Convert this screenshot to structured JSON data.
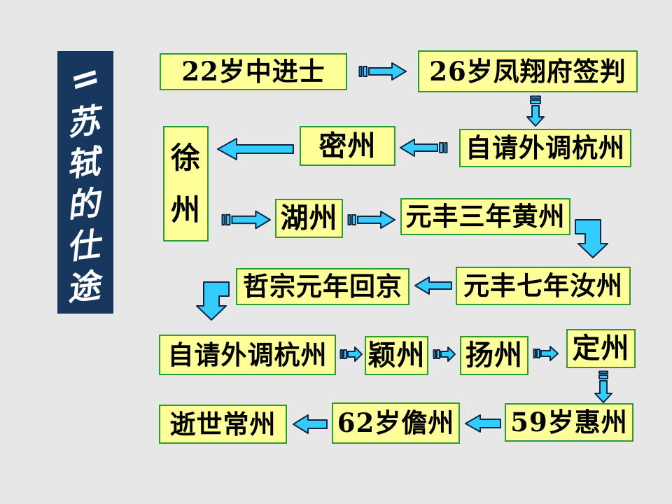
{
  "slide": {
    "background_color": "#E7E7E7",
    "type": "flowchart-slide"
  },
  "title_panel": {
    "mark": "=",
    "text": "苏轼的仕途",
    "chars": [
      "苏",
      "轼",
      "的",
      "仕",
      "途"
    ],
    "bg_color": "#17375E",
    "text_color": "#FFFFFF"
  },
  "flowchart": {
    "box_fill_color": "#FFFF99",
    "box_border_color": "#2E9B2E",
    "arrow_fill_color": "#33CCFF",
    "arrow_outline_color": "#0D2746",
    "nodes": [
      {
        "id": "n1",
        "label": "22岁中进士"
      },
      {
        "id": "n2",
        "label": "26岁凤翔府签判"
      },
      {
        "id": "n3",
        "label": "自请外调杭州"
      },
      {
        "id": "n4",
        "label": "密州"
      },
      {
        "id": "n5",
        "label": "徐州"
      },
      {
        "id": "n6",
        "label": "湖州"
      },
      {
        "id": "n7",
        "label": "元丰三年黄州"
      },
      {
        "id": "n8",
        "label": "哲宗元年回京"
      },
      {
        "id": "n9",
        "label": "元丰七年汝州"
      },
      {
        "id": "n10",
        "label": "自请外调杭州"
      },
      {
        "id": "n11",
        "label": "颖州"
      },
      {
        "id": "n12",
        "label": "扬州"
      },
      {
        "id": "n13",
        "label": "定州"
      },
      {
        "id": "n14",
        "label": "逝世常州"
      },
      {
        "id": "n15",
        "label": "62岁儋州"
      },
      {
        "id": "n16",
        "label": "59岁惠州"
      }
    ],
    "edges": [
      {
        "from": "22岁中进士",
        "to": "26岁凤翔府签判",
        "arrow": "striped-right"
      },
      {
        "from": "26岁凤翔府签判",
        "to": "自请外调杭州",
        "arrow": "striped-down"
      },
      {
        "from": "自请外调杭州",
        "to": "密州",
        "arrow": "striped-left"
      },
      {
        "from": "密州",
        "to": "徐州",
        "arrow": "plain-left"
      },
      {
        "from": "徐州",
        "to": "湖州",
        "arrow": "striped-right"
      },
      {
        "from": "湖州",
        "to": "元丰三年黄州",
        "arrow": "striped-right"
      },
      {
        "from": "元丰三年黄州",
        "to": "元丰七年汝州",
        "arrow": "bent-down-right"
      },
      {
        "from": "元丰七年汝州",
        "to": "哲宗元年回京",
        "arrow": "plain-left"
      },
      {
        "from": "哲宗元年回京",
        "to": "自请外调杭州",
        "arrow": "bent-down-left"
      },
      {
        "from": "自请外调杭州",
        "to": "颖州",
        "arrow": "striped-right"
      },
      {
        "from": "颖州",
        "to": "扬州",
        "arrow": "striped-right"
      },
      {
        "from": "扬州",
        "to": "定州",
        "arrow": "striped-right"
      },
      {
        "from": "定州",
        "to": "59岁惠州",
        "arrow": "striped-down"
      },
      {
        "from": "59岁惠州",
        "to": "62岁儋州",
        "arrow": "plain-left"
      },
      {
        "from": "62岁儋州",
        "to": "逝世常州",
        "arrow": "plain-left"
      }
    ]
  }
}
